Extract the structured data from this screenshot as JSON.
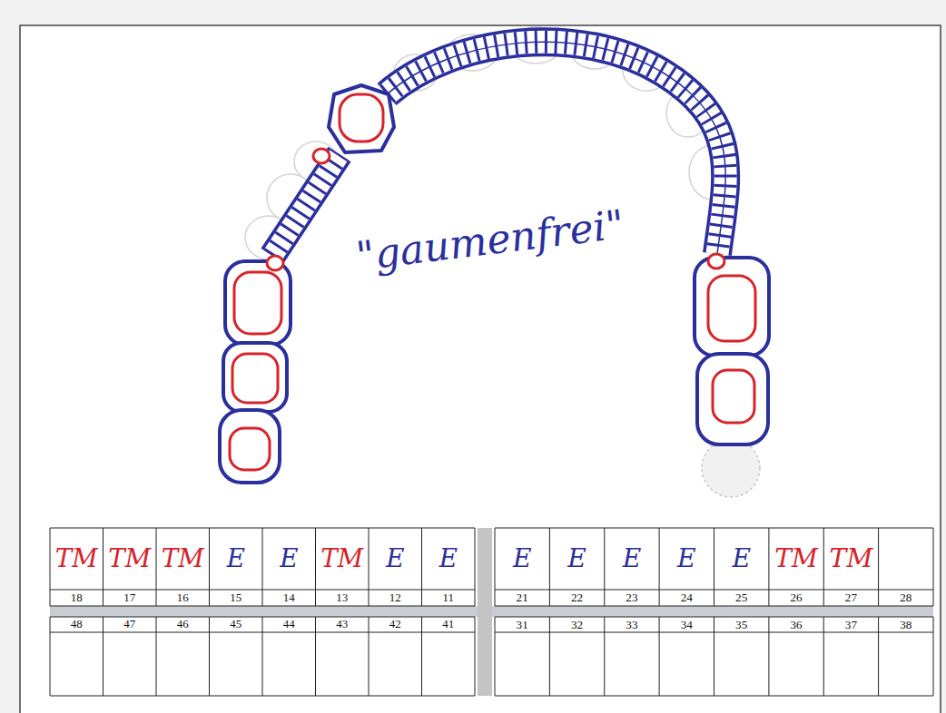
{
  "diagram": {
    "labels": [
      "TM",
      "TM",
      "TM",
      "E",
      "E",
      "TM",
      "E",
      "E",
      "E",
      "E",
      "E",
      "E",
      "E",
      "TM",
      "TM",
      "18",
      "17",
      "16",
      "15",
      "14",
      "13",
      "12",
      "11",
      "21",
      "22",
      "23",
      "24",
      "25",
      "26",
      "27",
      "28",
      "48",
      "47",
      "46",
      "45",
      "44",
      "43",
      "42",
      "41",
      "31",
      "32",
      "33",
      "34",
      "35",
      "36",
      "37",
      "38",
      "\"gaumenfrei\""
    ]
  }
}
